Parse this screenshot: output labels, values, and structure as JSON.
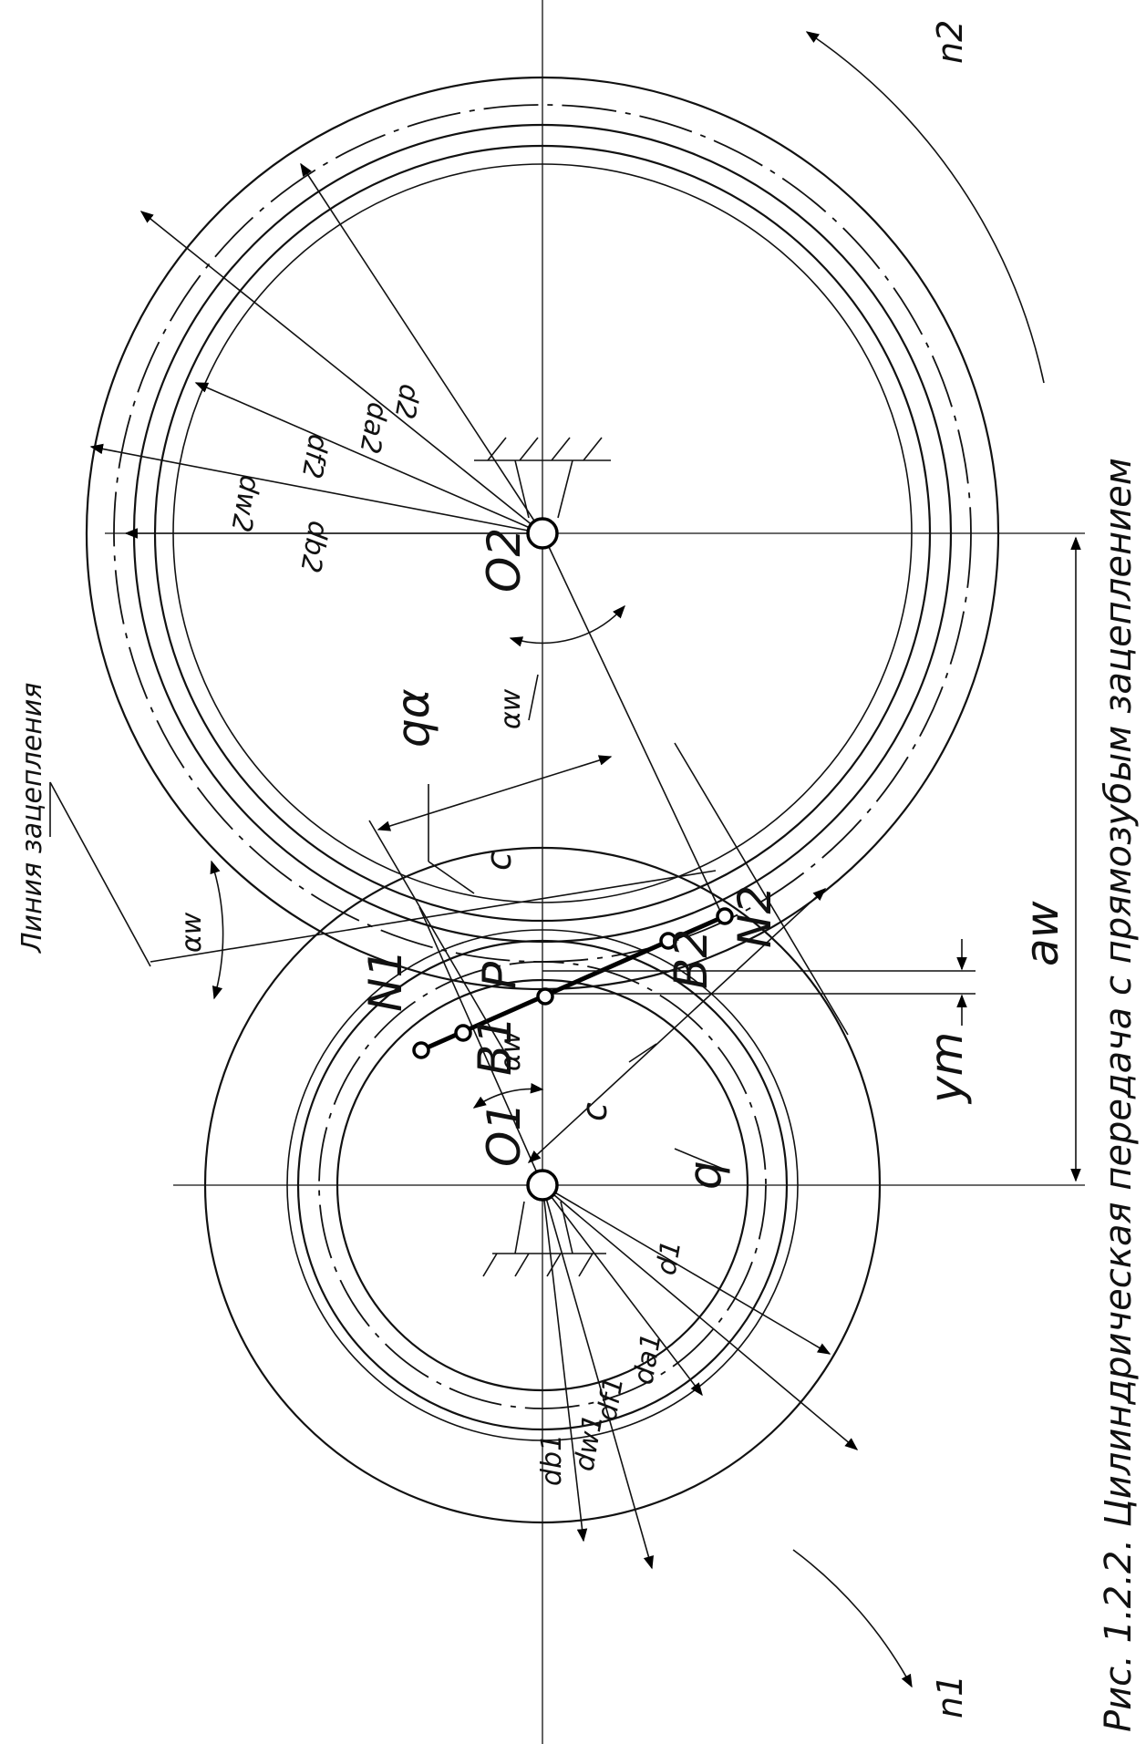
{
  "labels": {
    "n2": "n2",
    "n1": "n1",
    "d2": "d2",
    "da2": "da2",
    "df2": "df2",
    "dw2": "dw2",
    "db2": "db2",
    "O2": "O2",
    "O1": "O1",
    "qa": "qα",
    "aw_top": "αw",
    "aw_left": "αw",
    "aw_center": "αw",
    "c_top": "c",
    "c_bottom": "c",
    "line_of_action": "Линия зацепления",
    "N1": "N1",
    "B1": "B1",
    "P": "P",
    "B2": "B2",
    "N2": "N2",
    "ym": "ym",
    "center_distance": "aw",
    "q": "q",
    "d1": "d1",
    "da1": "da1",
    "df1": "df1",
    "dw1": "dw1",
    "db1": "db1"
  },
  "caption": "Рис. 1.2.2. Цилиндрическая передача с прямозубым зацеплением"
}
